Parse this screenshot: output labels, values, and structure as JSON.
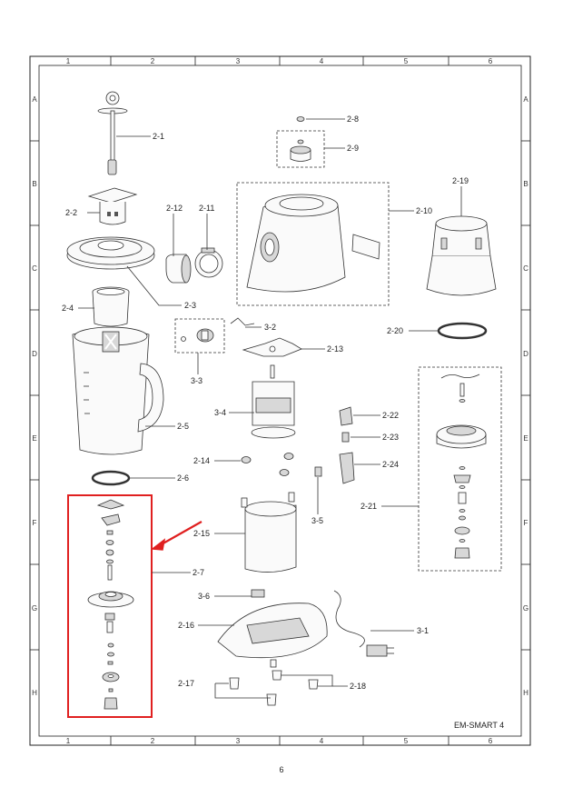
{
  "sheet": {
    "columns": [
      "1",
      "2",
      "3",
      "4",
      "5",
      "6"
    ],
    "rows": [
      "A",
      "B",
      "C",
      "D",
      "E",
      "F",
      "G",
      "H"
    ],
    "model": "EM-SMART 4",
    "page_number": "6"
  },
  "labels": {
    "p2_1": "2-1",
    "p2_2": "2-2",
    "p2_3": "2-3",
    "p2_4": "2-4",
    "p2_5": "2-5",
    "p2_6": "2-6",
    "p2_7": "2-7",
    "p2_8": "2-8",
    "p2_9": "2-9",
    "p2_10": "2-10",
    "p2_11": "2-11",
    "p2_12": "2-12",
    "p2_13": "2-13",
    "p2_14": "2-14",
    "p2_15": "2-15",
    "p2_16": "2-16",
    "p2_17": "2-17",
    "p2_18": "2-18",
    "p2_19": "2-19",
    "p2_20": "2-20",
    "p2_21": "2-21",
    "p2_22": "2-22",
    "p2_23": "2-23",
    "p2_24": "2-24",
    "p3_1": "3-1",
    "p3_2": "3-2",
    "p3_3": "3-3",
    "p3_4": "3-4",
    "p3_5": "3-5",
    "p3_6": "3-6"
  },
  "colors": {
    "highlight": "#e02020",
    "line": "#333333"
  }
}
